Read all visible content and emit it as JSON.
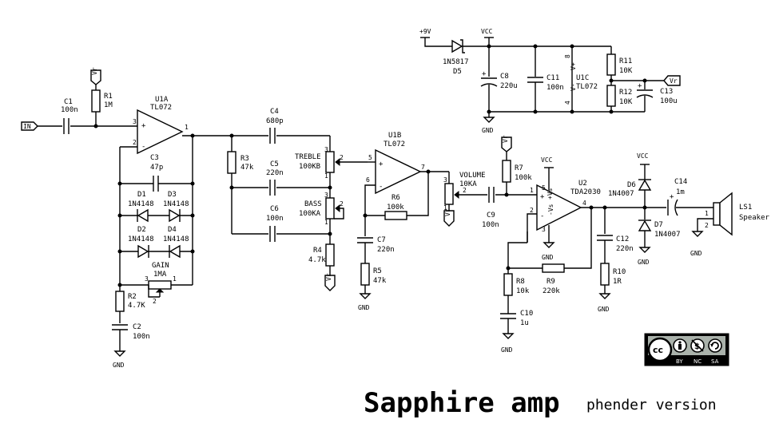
{
  "title": "Sapphire amp",
  "subtitle": "phender version",
  "license_badge": {
    "icons": [
      "cc-icon",
      "person-icon",
      "noncommercial-icon",
      "sharealike-icon"
    ],
    "labels": [
      "BY",
      "NC",
      "SA"
    ]
  },
  "ports": {
    "in": "IN",
    "vr": "Vr"
  },
  "power": {
    "p9v": "+9V",
    "vcc": "VCC",
    "gnd": "GND"
  },
  "components": {
    "C1": {
      "ref": "C1",
      "val": "100n"
    },
    "R1": {
      "ref": "R1",
      "val": "1M"
    },
    "U1A": {
      "ref": "U1A",
      "val": "TL072"
    },
    "C3": {
      "ref": "C3",
      "val": "47p"
    },
    "D1": {
      "ref": "D1",
      "val": "1N4148"
    },
    "D3": {
      "ref": "D3",
      "val": "1N4148"
    },
    "D2": {
      "ref": "D2",
      "val": "1N4148"
    },
    "D4": {
      "ref": "D4",
      "val": "1N4148"
    },
    "GAIN": {
      "ref": "GAIN",
      "val": "1MA"
    },
    "R2": {
      "ref": "R2",
      "val": "4.7K"
    },
    "C2": {
      "ref": "C2",
      "val": "100n"
    },
    "C4": {
      "ref": "C4",
      "val": "680p"
    },
    "R3": {
      "ref": "R3",
      "val": "47k"
    },
    "C5": {
      "ref": "C5",
      "val": "220n"
    },
    "C6": {
      "ref": "C6",
      "val": "100n"
    },
    "TREBLE": {
      "ref": "TREBLE",
      "val": "100KB"
    },
    "BASS": {
      "ref": "BASS",
      "val": "100KA"
    },
    "R4": {
      "ref": "R4",
      "val": "4.7k"
    },
    "U1B": {
      "ref": "U1B",
      "val": "TL072"
    },
    "R6": {
      "ref": "R6",
      "val": "100k"
    },
    "C7": {
      "ref": "C7",
      "val": "220n"
    },
    "R5": {
      "ref": "R5",
      "val": "47k"
    },
    "VOLUME": {
      "ref": "VOLUME",
      "val": "10KA"
    },
    "C9": {
      "ref": "C9",
      "val": "100n"
    },
    "R7": {
      "ref": "R7",
      "val": "100k"
    },
    "U2": {
      "ref": "U2",
      "val": "TDA2030"
    },
    "R8": {
      "ref": "R8",
      "val": "10k"
    },
    "R9": {
      "ref": "R9",
      "val": "220k"
    },
    "C10": {
      "ref": "C10",
      "val": "1u"
    },
    "C12": {
      "ref": "C12",
      "val": "220n"
    },
    "R10": {
      "ref": "R10",
      "val": "1R"
    },
    "D6": {
      "ref": "D6",
      "val": "1N4007"
    },
    "D7": {
      "ref": "D7",
      "val": "1N4007"
    },
    "C14": {
      "ref": "C14",
      "val": "1m"
    },
    "LS1": {
      "ref": "LS1",
      "val": "Speaker"
    },
    "D5": {
      "ref": "D5",
      "val": "1N5817"
    },
    "C8": {
      "ref": "C8",
      "val": "220u"
    },
    "C11": {
      "ref": "C11",
      "val": "100n"
    },
    "U1C": {
      "ref": "U1C",
      "val": "TL072"
    },
    "R11": {
      "ref": "R11",
      "val": "10K"
    },
    "R12": {
      "ref": "R12",
      "val": "10K"
    },
    "C13": {
      "ref": "C13",
      "val": "100u"
    }
  },
  "pins": {
    "p1": "1",
    "p2": "2",
    "p3": "3",
    "p4": "4",
    "p5": "5",
    "p6": "6",
    "p7": "7",
    "p8": "8",
    "vplus": "V+",
    "vminus": "V-",
    "vsplus": "+Vs",
    "vsminus": "-Vs",
    "plus": "+",
    "minus": "-"
  }
}
